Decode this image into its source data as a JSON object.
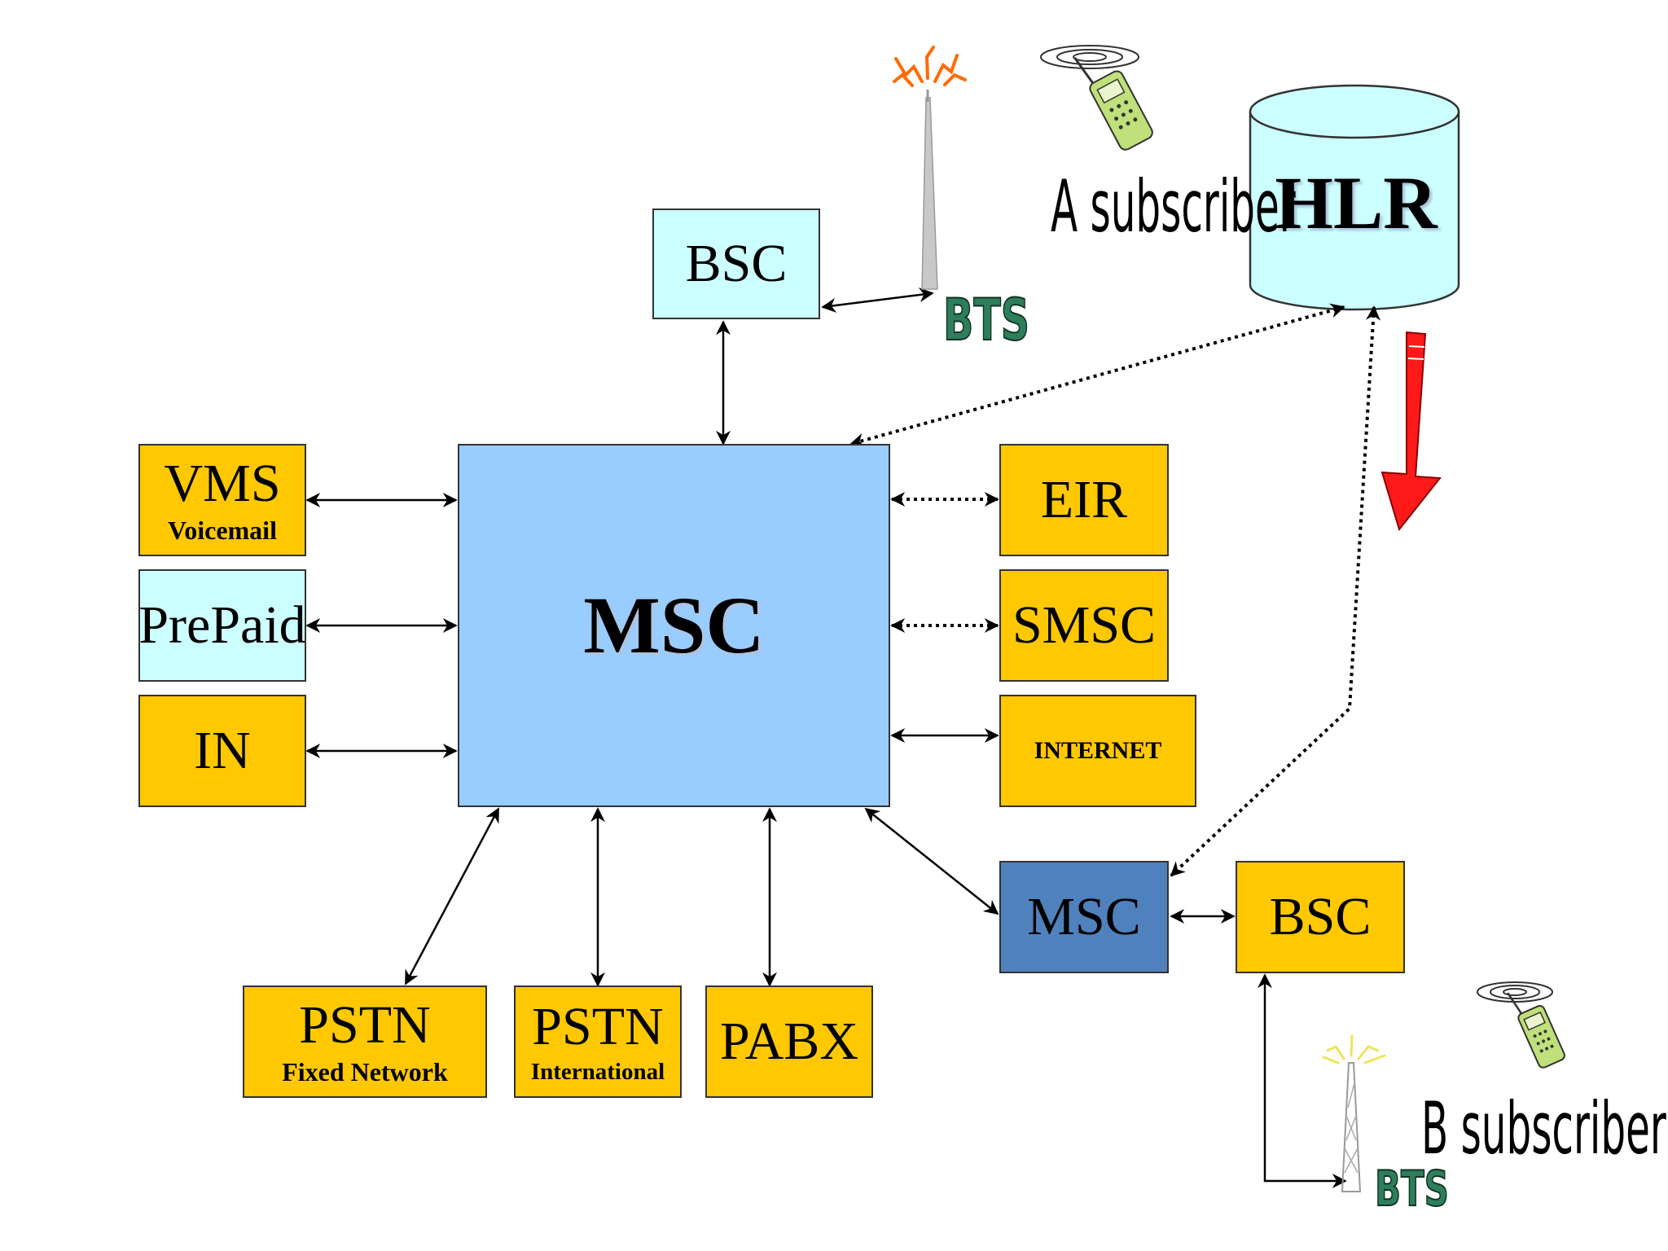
{
  "nodes": {
    "bsc_top": {
      "label": "BSC"
    },
    "hlr": {
      "label": "HLR"
    },
    "vms": {
      "label": "VMS",
      "sublabel": "Voicemail"
    },
    "prepaid": {
      "label": "PrePaid"
    },
    "in": {
      "label": "IN"
    },
    "msc_main": {
      "label": "MSC"
    },
    "eir": {
      "label": "EIR"
    },
    "smsc": {
      "label": "SMSC"
    },
    "internet": {
      "label": "INTERNET"
    },
    "msc_remote": {
      "label": "MSC"
    },
    "bsc_right": {
      "label": "BSC"
    },
    "pstn_fixed": {
      "label": "PSTN",
      "sublabel": "Fixed Network"
    },
    "pstn_intl": {
      "label": "PSTN",
      "sublabel": "International"
    },
    "pabx": {
      "label": "PABX"
    }
  },
  "labels": {
    "a_subscriber": "A subscriber",
    "b_subscriber": "B subscriber",
    "bts_top": "BTS",
    "bts_bottom": "BTS"
  },
  "icons": {
    "tower_top": "radio-tower-icon",
    "tower_bottom": "radio-tower-icon",
    "phone_a": "mobile-phone-icon",
    "phone_b": "mobile-phone-icon",
    "arrow": "red-down-arrow-icon"
  },
  "colors": {
    "gold": "#ffc800",
    "cyan": "#ccffff",
    "msc_blue": "#99ccff",
    "msc_remote_blue": "#4f81bd",
    "arrow_red": "#ff0000",
    "bts_green": "#2e7d5b"
  }
}
